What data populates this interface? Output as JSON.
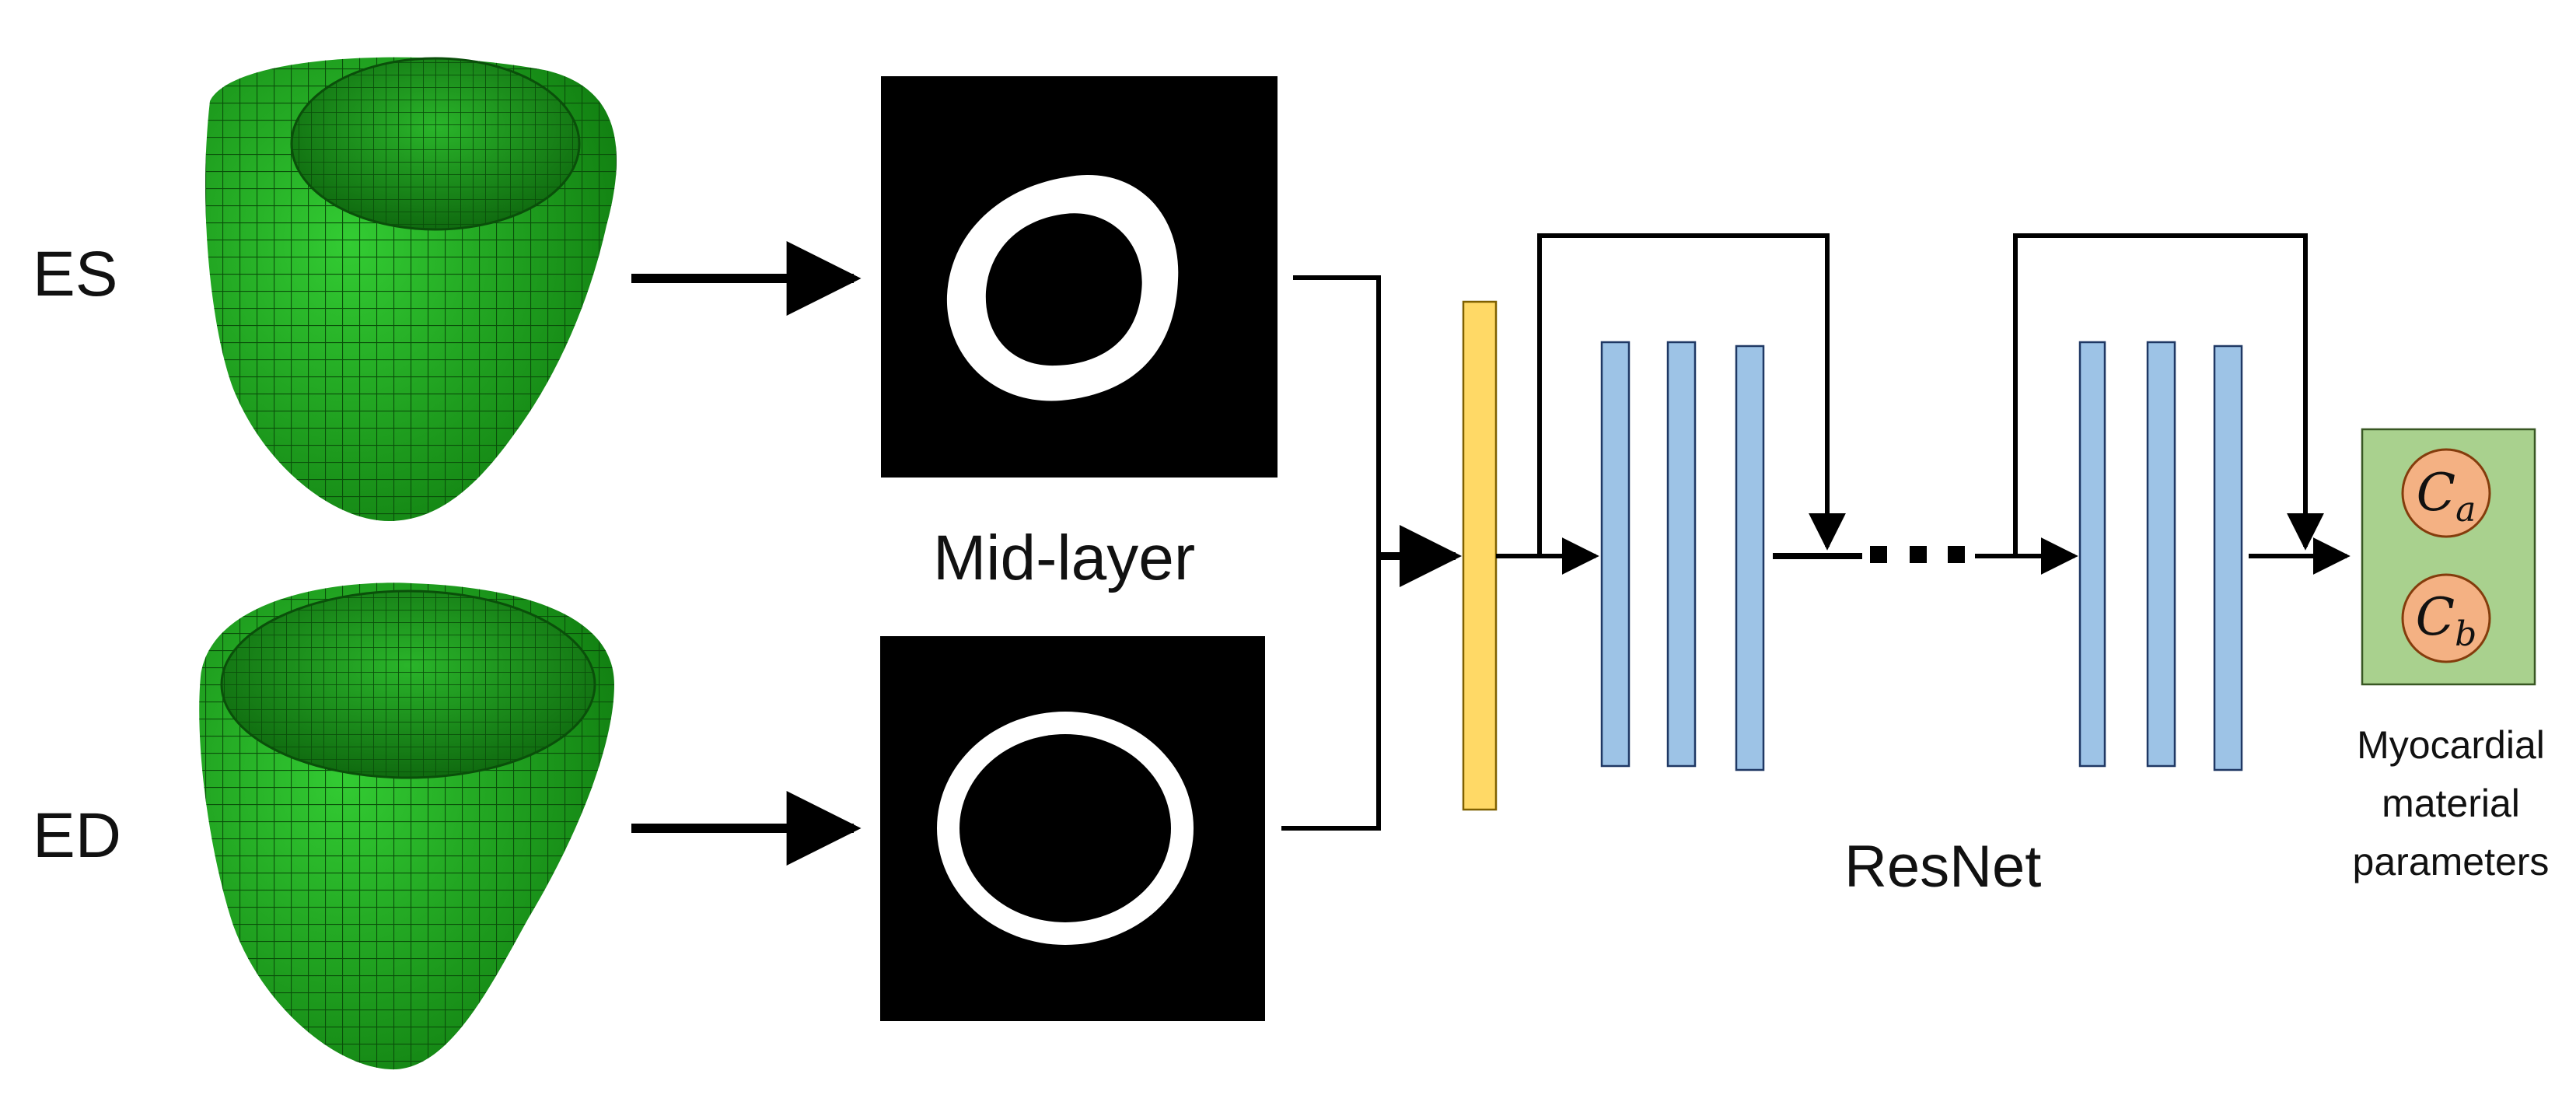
{
  "labels": {
    "es": "ES",
    "ed": "ED",
    "mid_layer": "Mid-layer",
    "resnet": "ResNet",
    "output_line1": "Myocardial",
    "output_line2": "material",
    "output_line3": "parameters",
    "param_a_base": "C",
    "param_a_sub": "a",
    "param_b_base": "C",
    "param_b_sub": "b"
  },
  "colors": {
    "mesh_green": "#19a119",
    "mesh_line": "#0a4f0a",
    "concat_yellow": "#ffd966",
    "resnet_blue": "#9dc3e6",
    "output_green": "#a9d18e",
    "param_orange": "#f4b183"
  }
}
